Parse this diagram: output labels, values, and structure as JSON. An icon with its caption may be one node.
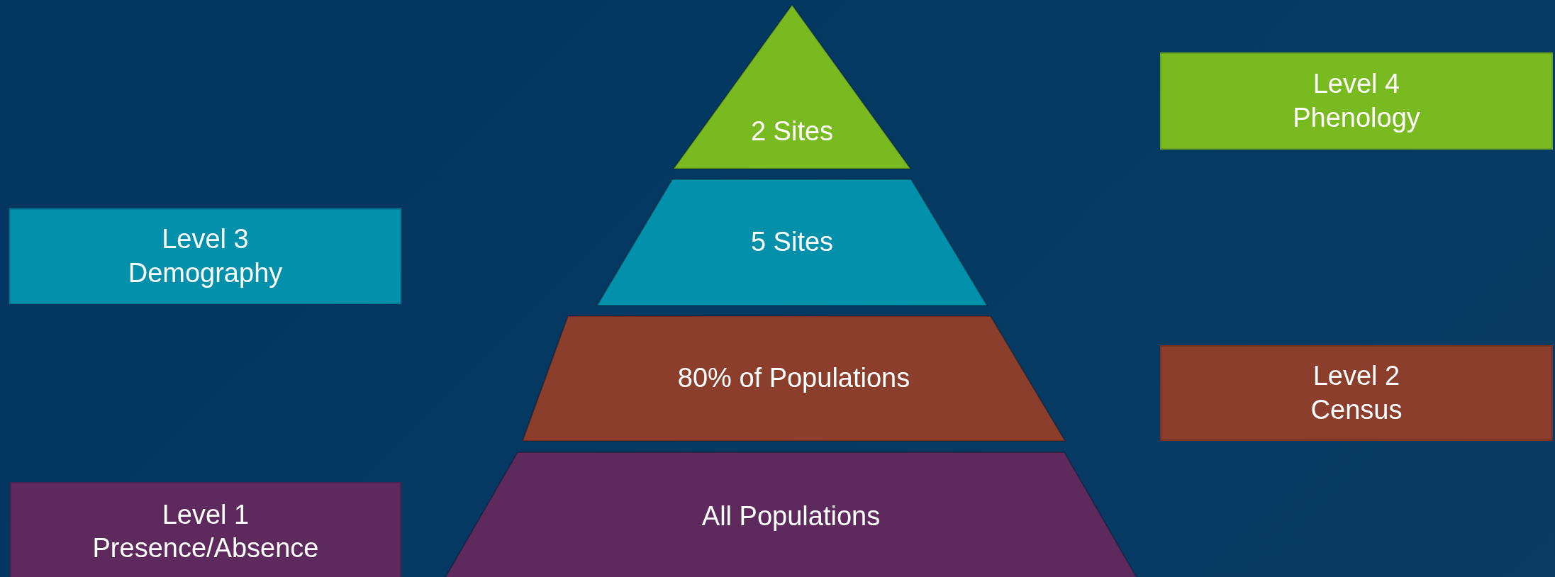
{
  "diagram": {
    "nodes": [
      {
        "text": [
          "2 Sites"
        ]
      },
      {
        "text": [
          "Level 4",
          "Phenology"
        ]
      },
      {
        "text": [
          "Level 3",
          "Demography"
        ]
      },
      {
        "text": [
          "5 Sites"
        ]
      },
      {
        "text": [
          "Level 2",
          "Census"
        ]
      },
      {
        "text": [
          "80% of Populations"
        ]
      },
      {
        "text": [
          "Level 1",
          "Presence/Absence"
        ]
      },
      {
        "text": [
          "All Populations"
        ]
      }
    ]
  }
}
